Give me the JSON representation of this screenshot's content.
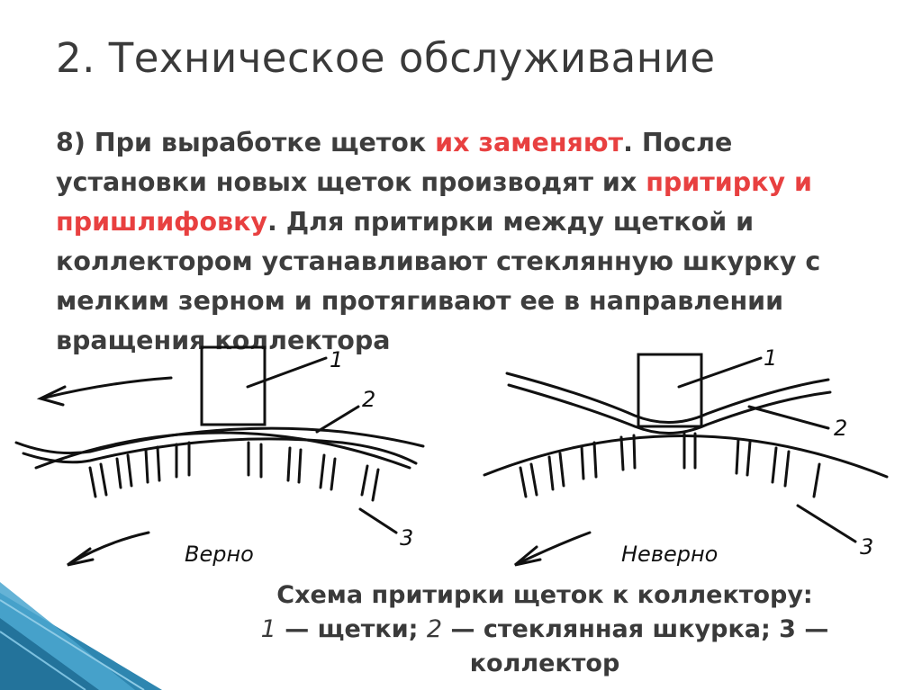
{
  "slide": {
    "title": "2. Техническое обслуживание",
    "paragraph": {
      "p1": "8) При выработке щеток ",
      "h1": "их заменяют",
      "p2": ". После установки новых щеток производят их ",
      "h2": "притирку и пришлифовку",
      "p3": ". Для притирки между щеткой и коллектором устанавливают стеклянную шкурку с мелким зерном и протягивают ее в направлении вращения коллектора"
    },
    "highlight_color": "#e84040",
    "figure": {
      "left_label": "Верно",
      "right_label": "Неверно",
      "num_1": "1",
      "num_2": "2",
      "num_3": "3"
    },
    "caption": {
      "line1": "Схема притирки щеток к коллектору:",
      "n1": "1",
      "t1": " — щетки; ",
      "n2": "2",
      "t2": " — стеклянная шкурка; 3 —",
      "line3": "коллектор"
    }
  }
}
